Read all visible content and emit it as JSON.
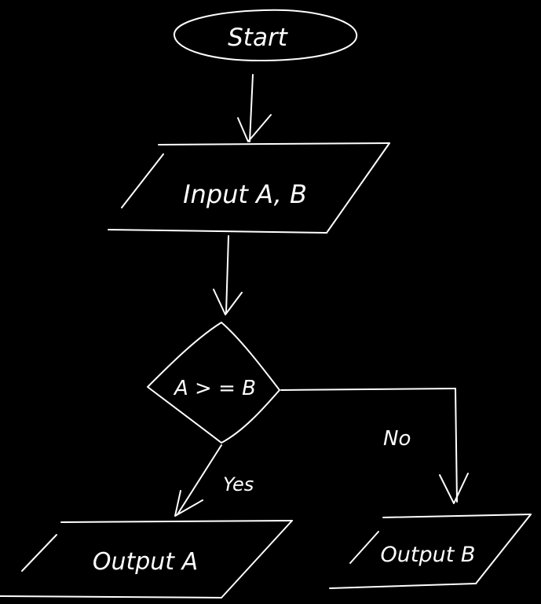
{
  "diagram": {
    "type": "flowchart",
    "colors": {
      "background": "#000000",
      "stroke": "#ffffff",
      "text": "#ffffff"
    },
    "nodes": {
      "start": {
        "shape": "terminator",
        "label": "Start"
      },
      "input": {
        "shape": "parallelogram",
        "label": "Input A, B"
      },
      "decision": {
        "shape": "diamond",
        "label": "A > = B"
      },
      "output_a": {
        "shape": "parallelogram",
        "label": "Output A"
      },
      "output_b": {
        "shape": "parallelogram",
        "label": "Output B"
      }
    },
    "edges": {
      "start_to_input": {
        "from": "Start",
        "to": "Input A, B",
        "label": ""
      },
      "input_to_decision": {
        "from": "Input A, B",
        "to": "A > = B",
        "label": ""
      },
      "decision_yes": {
        "from": "A > = B",
        "to": "Output A",
        "label": "Yes"
      },
      "decision_no": {
        "from": "A > = B",
        "to": "Output B",
        "label": "No"
      }
    }
  }
}
